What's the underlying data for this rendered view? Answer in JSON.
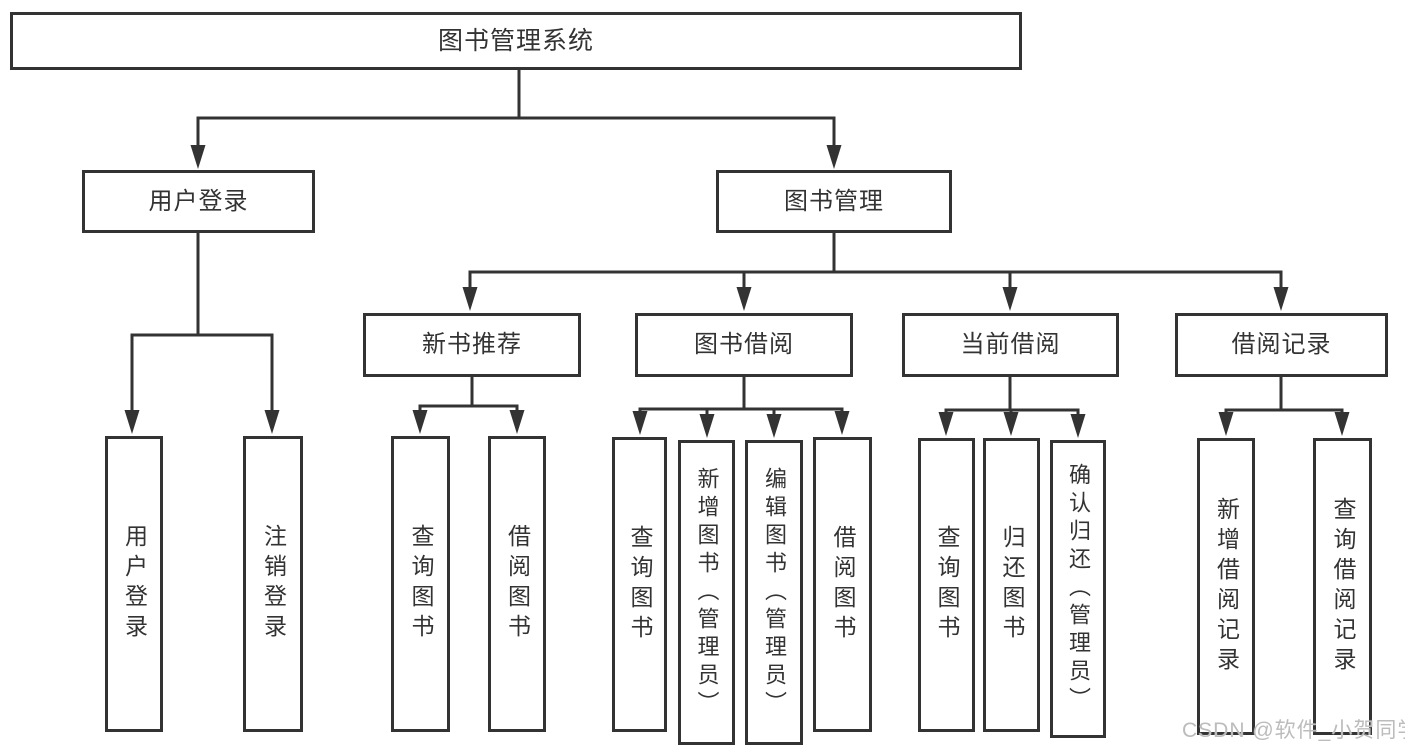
{
  "diagram_title": "图书管理系统",
  "tree": {
    "label": "图书管理系统",
    "children": [
      {
        "label": "用户登录",
        "children": [
          {
            "label": "用户登录"
          },
          {
            "label": "注销登录"
          }
        ]
      },
      {
        "label": "图书管理",
        "children": [
          {
            "label": "新书推荐",
            "children": [
              {
                "label": "查询图书"
              },
              {
                "label": "借阅图书"
              }
            ]
          },
          {
            "label": "图书借阅",
            "children": [
              {
                "label": "查询图书"
              },
              {
                "label": "新增图书（管理员）"
              },
              {
                "label": "编辑图书（管理员）"
              },
              {
                "label": "借阅图书"
              }
            ]
          },
          {
            "label": "当前借阅",
            "children": [
              {
                "label": "查询图书"
              },
              {
                "label": "归还图书"
              },
              {
                "label": "确认归还（管理员）"
              }
            ]
          },
          {
            "label": "借阅记录",
            "children": [
              {
                "label": "新增借阅记录"
              },
              {
                "label": "查询借阅记录"
              }
            ]
          }
        ]
      }
    ]
  },
  "watermark": {
    "text": "CSDN @软件_小贺同学"
  },
  "colors": {
    "line": "#333333",
    "node_border": "#333333",
    "node_text": "#333333",
    "background": "#ffffff",
    "watermark_text": "#bcbcbc"
  }
}
